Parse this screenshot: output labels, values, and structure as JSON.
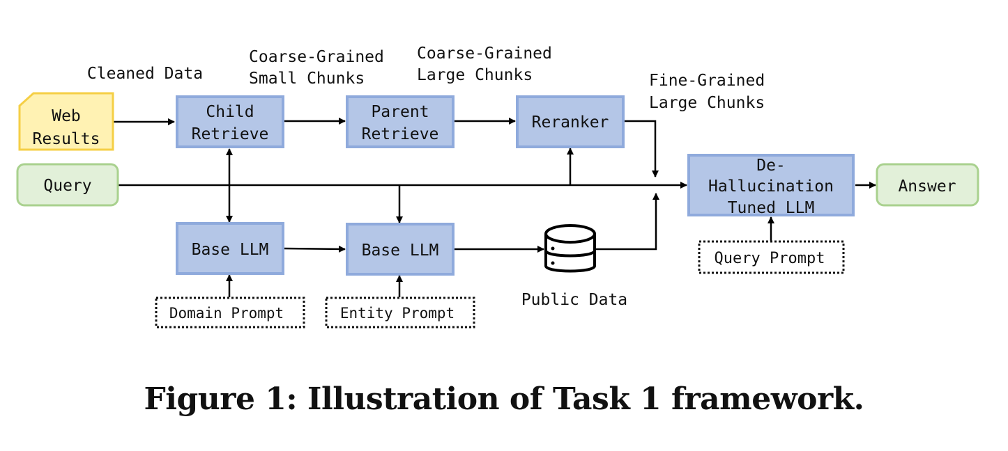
{
  "diagram": {
    "nodes": {
      "web_results": {
        "lines": [
          "Web",
          "Results"
        ],
        "kind": "document",
        "color": "#fff2b3"
      },
      "query": {
        "label": "Query",
        "kind": "terminal",
        "color": "#e2f0d9"
      },
      "child_retrieve": {
        "lines": [
          "Child",
          "Retrieve"
        ],
        "kind": "process",
        "color": "#b4c6e7"
      },
      "parent_retrieve": {
        "lines": [
          "Parent",
          "Retrieve"
        ],
        "kind": "process",
        "color": "#b4c6e7"
      },
      "reranker": {
        "label": "Reranker",
        "kind": "process",
        "color": "#b4c6e7"
      },
      "base_llm_1": {
        "label": "Base LLM",
        "kind": "process",
        "color": "#b4c6e7"
      },
      "base_llm_2": {
        "label": "Base LLM",
        "kind": "process",
        "color": "#b4c6e7"
      },
      "public_data": {
        "label": "Public Data",
        "kind": "database-icon"
      },
      "dehallucination_llm": {
        "lines": [
          "De-",
          "Hallucination",
          "Tuned LLM"
        ],
        "kind": "process",
        "color": "#b4c6e7"
      },
      "answer": {
        "label": "Answer",
        "kind": "terminal",
        "color": "#e2f0d9"
      },
      "domain_prompt": {
        "label": "Domain Prompt",
        "kind": "prompt"
      },
      "entity_prompt": {
        "label": "Entity Prompt",
        "kind": "prompt"
      },
      "query_prompt": {
        "label": "Query Prompt",
        "kind": "prompt"
      }
    },
    "edge_labels": {
      "cleaned_data": "Cleaned Data",
      "coarse_small": [
        "Coarse-Grained",
        "Small Chunks"
      ],
      "coarse_large": [
        "Coarse-Grained",
        "Large Chunks"
      ],
      "fine_large": [
        "Fine-Grained",
        "Large Chunks"
      ]
    },
    "edges": [
      {
        "from": "web_results",
        "to": "child_retrieve",
        "label": "Cleaned Data"
      },
      {
        "from": "child_retrieve",
        "to": "parent_retrieve",
        "label": "Coarse-Grained Small Chunks"
      },
      {
        "from": "parent_retrieve",
        "to": "reranker",
        "label": "Coarse-Grained Large Chunks"
      },
      {
        "from": "reranker",
        "to": "dehallucination_llm",
        "label": "Fine-Grained Large Chunks"
      },
      {
        "from": "query",
        "to": "dehallucination_llm"
      },
      {
        "from": "query",
        "to": "reranker"
      },
      {
        "from": "query",
        "to": "base_llm_2"
      },
      {
        "from": "child_retrieve",
        "to": "base_llm_1",
        "bidirectional": true
      },
      {
        "from": "base_llm_1",
        "to": "base_llm_2"
      },
      {
        "from": "base_llm_2",
        "to": "public_data"
      },
      {
        "from": "public_data",
        "to": "dehallucination_llm"
      },
      {
        "from": "domain_prompt",
        "to": "base_llm_1"
      },
      {
        "from": "entity_prompt",
        "to": "base_llm_2"
      },
      {
        "from": "query_prompt",
        "to": "dehallucination_llm"
      },
      {
        "from": "dehallucination_llm",
        "to": "answer"
      }
    ]
  },
  "caption": "Figure 1: Illustration of Task 1 framework."
}
